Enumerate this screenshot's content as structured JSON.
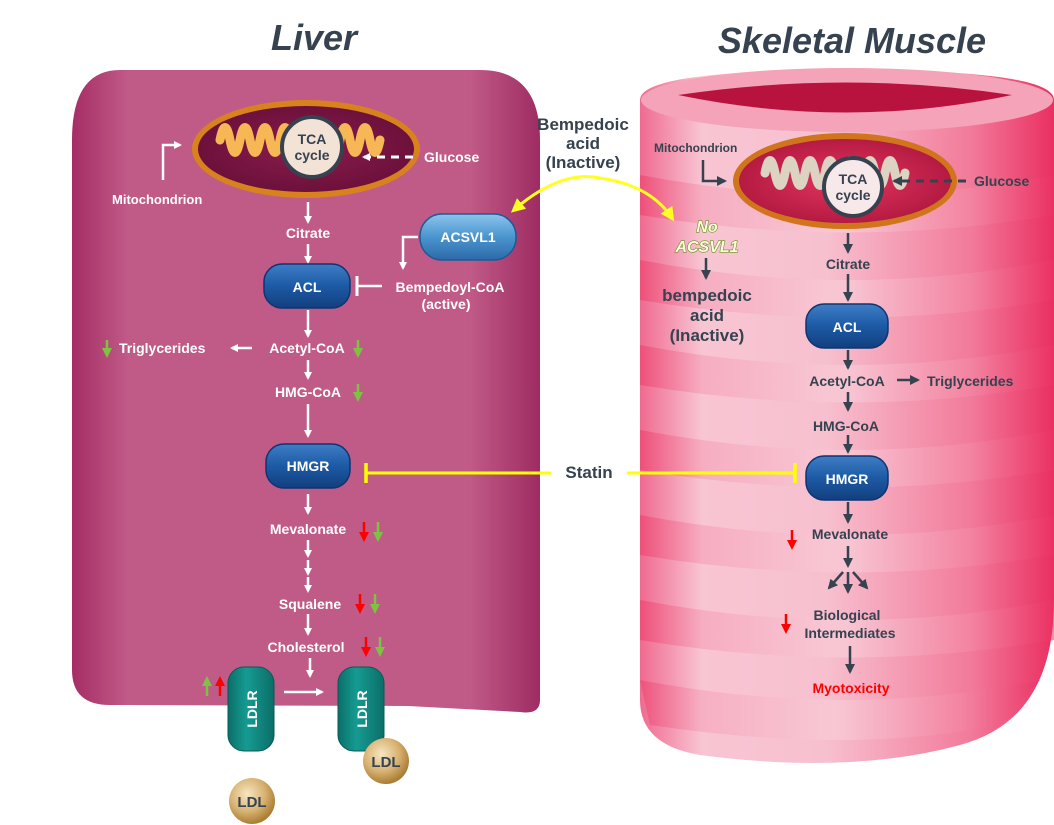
{
  "titles": {
    "liver": "Liver",
    "muscle": "Skeletal Muscle"
  },
  "colors": {
    "liver_cell": "#a8386e",
    "muscle_cell": "#ee3d6c",
    "enzyme_blue": "#1f5aa6",
    "acsvl1_blue": "#4a95cf",
    "ldlr_teal": "#128e86",
    "ldl_gold": "#c9a15c",
    "statin_yellow": "#ffff00",
    "bempedoic_arrow_yellow": "#ffff22",
    "decrease_red": "#ff0000",
    "decrease_green": "#7dc242",
    "myotoxicity_red": "#ff0000",
    "dark_text": "#36424f"
  },
  "liver": {
    "mitochondrion_label": "Mitochondrion",
    "tca_line1": "TCA",
    "tca_line2": "cycle",
    "glucose": "Glucose",
    "citrate": "Citrate",
    "acl": "ACL",
    "acsvl1": "ACSVL1",
    "bempedoyl_line1": "Bempedoyl-CoA",
    "bempedoyl_line2": "(active)",
    "triglycerides": "Triglycerides",
    "acetyl_coa": "Acetyl-CoA",
    "hmg_coa": "HMG-CoA",
    "hmgr": "HMGR",
    "mevalonate": "Mevalonate",
    "squalene": "Squalene",
    "cholesterol": "Cholesterol",
    "ldlr": "LDLR",
    "ldl": "LDL",
    "indicators": {
      "triglycerides": [
        "green-down"
      ],
      "acetyl_coa": [
        "green-down"
      ],
      "hmg_coa": [
        "green-down"
      ],
      "mevalonate": [
        "red-down",
        "green-down"
      ],
      "squalene": [
        "red-down",
        "green-down"
      ],
      "cholesterol": [
        "red-down",
        "green-down"
      ],
      "ldlr": [
        "green-up",
        "red-up"
      ]
    }
  },
  "middle": {
    "bempedoic_line1": "Bempedoic",
    "bempedoic_line2": "acid",
    "bempedoic_line3": "(Inactive)",
    "statin": "Statin"
  },
  "muscle": {
    "mitochondrion_label": "Mitochondrion",
    "tca_line1": "TCA",
    "tca_line2": "cycle",
    "glucose": "Glucose",
    "no_acsvl1_line1": "No",
    "no_acsvl1_line2": "ACSVL1",
    "bempedoic_line1": "bempedoic",
    "bempedoic_line2": "acid",
    "bempedoic_line3": "(Inactive)",
    "citrate": "Citrate",
    "acl": "ACL",
    "acetyl_coa": "Acetyl-CoA",
    "triglycerides": "Triglycerides",
    "hmg_coa": "HMG-CoA",
    "hmgr": "HMGR",
    "mevalonate": "Mevalonate",
    "bio_line1": "Biological",
    "bio_line2": "Intermediates",
    "myotoxicity": "Myotoxicity",
    "indicators": {
      "mevalonate": [
        "red-down"
      ],
      "biological_intermediates": [
        "red-down"
      ]
    }
  }
}
